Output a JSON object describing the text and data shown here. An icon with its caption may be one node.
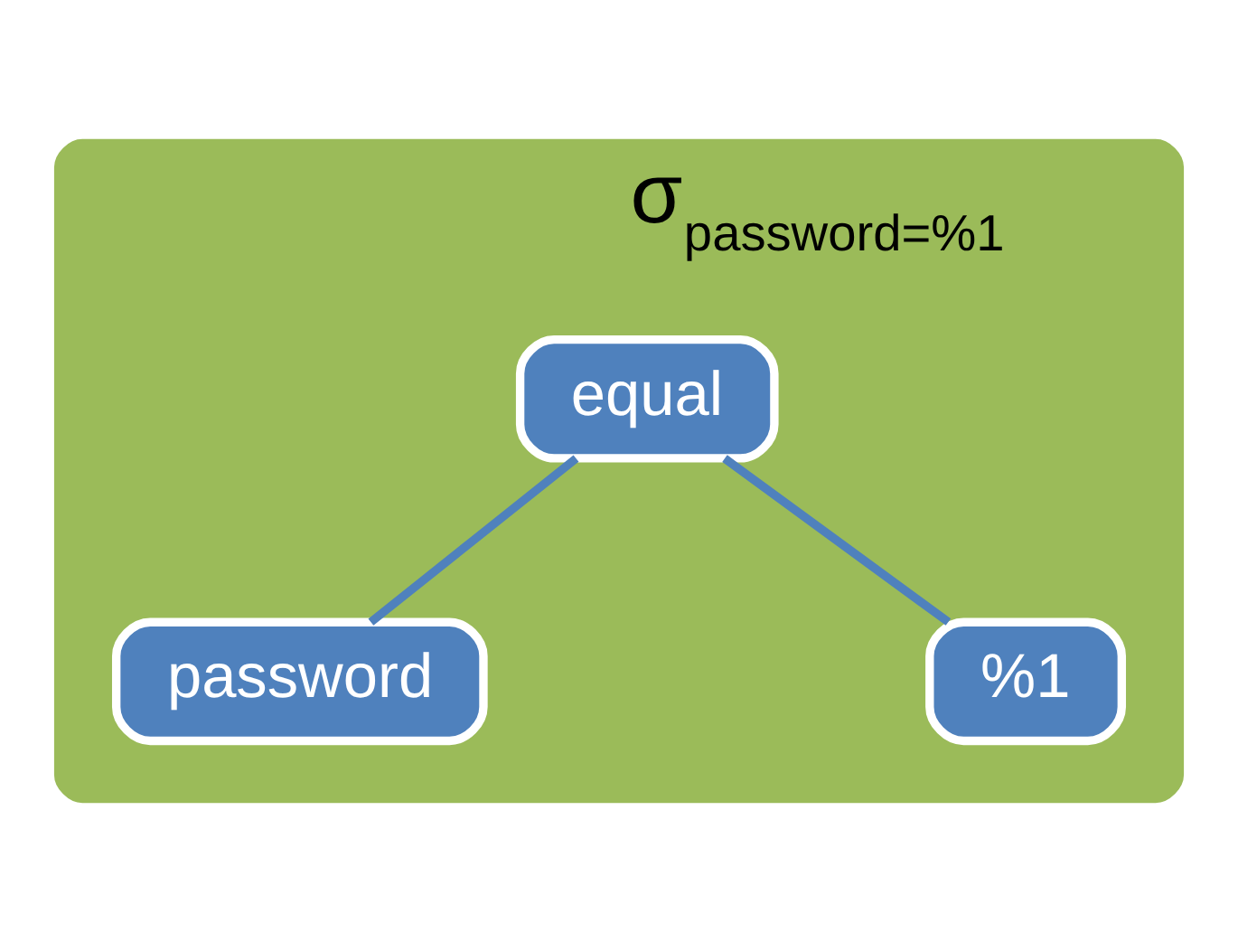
{
  "diagram": {
    "nodes": [
      {
        "text": [
          "σ$_{password=%1}$"
        ]
      },
      {
        "text": [
          "equal"
        ],
        "in": 0
      },
      {
        "text": [
          "password"
        ],
        "in": 0
      },
      {
        "text": [
          "%1"
        ],
        "in": 0
      }
    ],
    "edges": [
      {
        "from": 1,
        "to": 2,
        "arrow": "none"
      },
      {
        "from": 1,
        "to": 3,
        "arrow": "none"
      }
    ]
  }
}
